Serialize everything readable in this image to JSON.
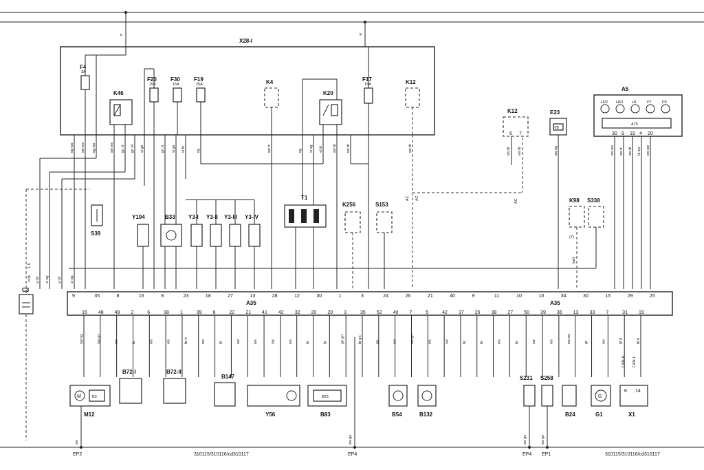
{
  "doc_id_left": "310115/310116/cd310117",
  "doc_id_right": "310115/310116/cd310117",
  "top_wire_labels": [
    "rt",
    "vi"
  ],
  "fusebox": {
    "title": "X28-I",
    "fuses": [
      {
        "name": "F4",
        "rating": "3A"
      },
      {
        "name": "F20",
        "rating": "15A"
      },
      {
        "name": "F30",
        "rating": "15A"
      },
      {
        "name": "F19",
        "rating": "25A"
      },
      {
        "name": "F17",
        "rating": "15A"
      }
    ],
    "relays": [
      "K46",
      "K20"
    ],
    "sockets": [
      "K4",
      "K12"
    ],
    "wire_colors": [
      "og ws",
      "sw ws",
      "og ws",
      "sw ws",
      "gn rt",
      "gn bl",
      "vi ge",
      "gn rt",
      "vi ge",
      "vi bl",
      "og",
      "sw rt",
      "og",
      "vi og",
      "vi bl",
      "sw bl",
      "ws bl",
      "sw bl"
    ]
  },
  "a5": {
    "title": "A5",
    "lamps": [
      "H22",
      "H63",
      "H1",
      "P7",
      "P9"
    ],
    "module": "A75",
    "pins": [
      "30",
      "9",
      "19",
      "4",
      "20"
    ],
    "wire_colors": [
      "sw ws",
      "sw rt",
      "sw bl",
      "bl sw",
      "ws sw"
    ]
  },
  "k12_right": {
    "name": "K12",
    "pins": [
      "6",
      "7"
    ],
    "wires": [
      "sw bl",
      "ws bl"
    ],
    "label": "AC"
  },
  "e23": {
    "name": "E23",
    "module": "V8",
    "wire": "sw og"
  },
  "mid_components": [
    {
      "name": "S39"
    },
    {
      "name": "Y104"
    },
    {
      "name": "B33"
    },
    {
      "name": "Y3-I"
    },
    {
      "name": "Y3-II"
    },
    {
      "name": "Y3-III"
    },
    {
      "name": "Y3-IV"
    },
    {
      "name": "T1"
    },
    {
      "name": "K256"
    },
    {
      "name": "S153"
    },
    {
      "name": "K98"
    },
    {
      "name": "S338"
    }
  ],
  "mid_labels": [
    "AC",
    "AC",
    "AC",
    "(sw)",
    "(7)"
  ],
  "a35": {
    "title": "A35",
    "top_pins": [
      "9",
      "35",
      "8",
      "16",
      "8",
      "23",
      "18",
      "27",
      "13",
      "28",
      "12",
      "30",
      "1",
      "3",
      "24",
      "26",
      "21",
      "40",
      "9",
      "11",
      "10",
      "10",
      "34",
      "30",
      "15",
      "29",
      "25"
    ],
    "bottom_pins": [
      "16",
      "48",
      "49",
      "2",
      "6",
      "38",
      "1",
      "39",
      "6",
      "22",
      "21",
      "41",
      "42",
      "32",
      "20",
      "20",
      "3",
      "35",
      "52",
      "40",
      "7",
      "5",
      "42",
      "37",
      "26",
      "38",
      "27",
      "50",
      "39",
      "36",
      "13",
      "33",
      "7",
      "31",
      "19"
    ],
    "left_side_wires": [
      "vi bl",
      "vi og",
      "vi bl",
      "vi og"
    ],
    "bottom_wires": [
      "sw og",
      "sw gn",
      "ws",
      "br",
      "ws",
      "ws",
      "br rt",
      "sw",
      "br",
      "sw",
      "ws",
      "sw",
      "ws",
      "br",
      "br",
      "gn gn",
      "br gn",
      "gn",
      "sw",
      "sw gn",
      "ws",
      "sw",
      "br",
      "br",
      "ws",
      "br",
      "sw",
      "ws",
      "ws sw",
      "gr",
      "sw",
      "bl rt",
      "bl rt"
    ]
  },
  "bottom_components": [
    {
      "name": "M12"
    },
    {
      "name": "B3"
    },
    {
      "name": "B72-I"
    },
    {
      "name": "B72-II"
    },
    {
      "name": "B147"
    },
    {
      "name": "Y56"
    },
    {
      "name": "B83"
    },
    {
      "name": "B25"
    },
    {
      "name": "B54"
    },
    {
      "name": "B132"
    },
    {
      "name": "S231"
    },
    {
      "name": "S258"
    },
    {
      "name": "B24"
    },
    {
      "name": "G1"
    },
    {
      "name": "X1"
    }
  ],
  "can_labels": [
    "CAN-H",
    "CAN-L"
  ],
  "x1_pins": [
    "6",
    "14"
  ],
  "c3": {
    "name": "C3",
    "wires": [
      "vi bl",
      "1.5"
    ]
  },
  "grounds": [
    {
      "name": "EP2",
      "wire": "sw"
    },
    {
      "name": "EP4",
      "wire": "sw ge"
    },
    {
      "name": "EP4",
      "wire": "sw ge"
    },
    {
      "name": "EP1",
      "wire": "sw ge"
    }
  ]
}
